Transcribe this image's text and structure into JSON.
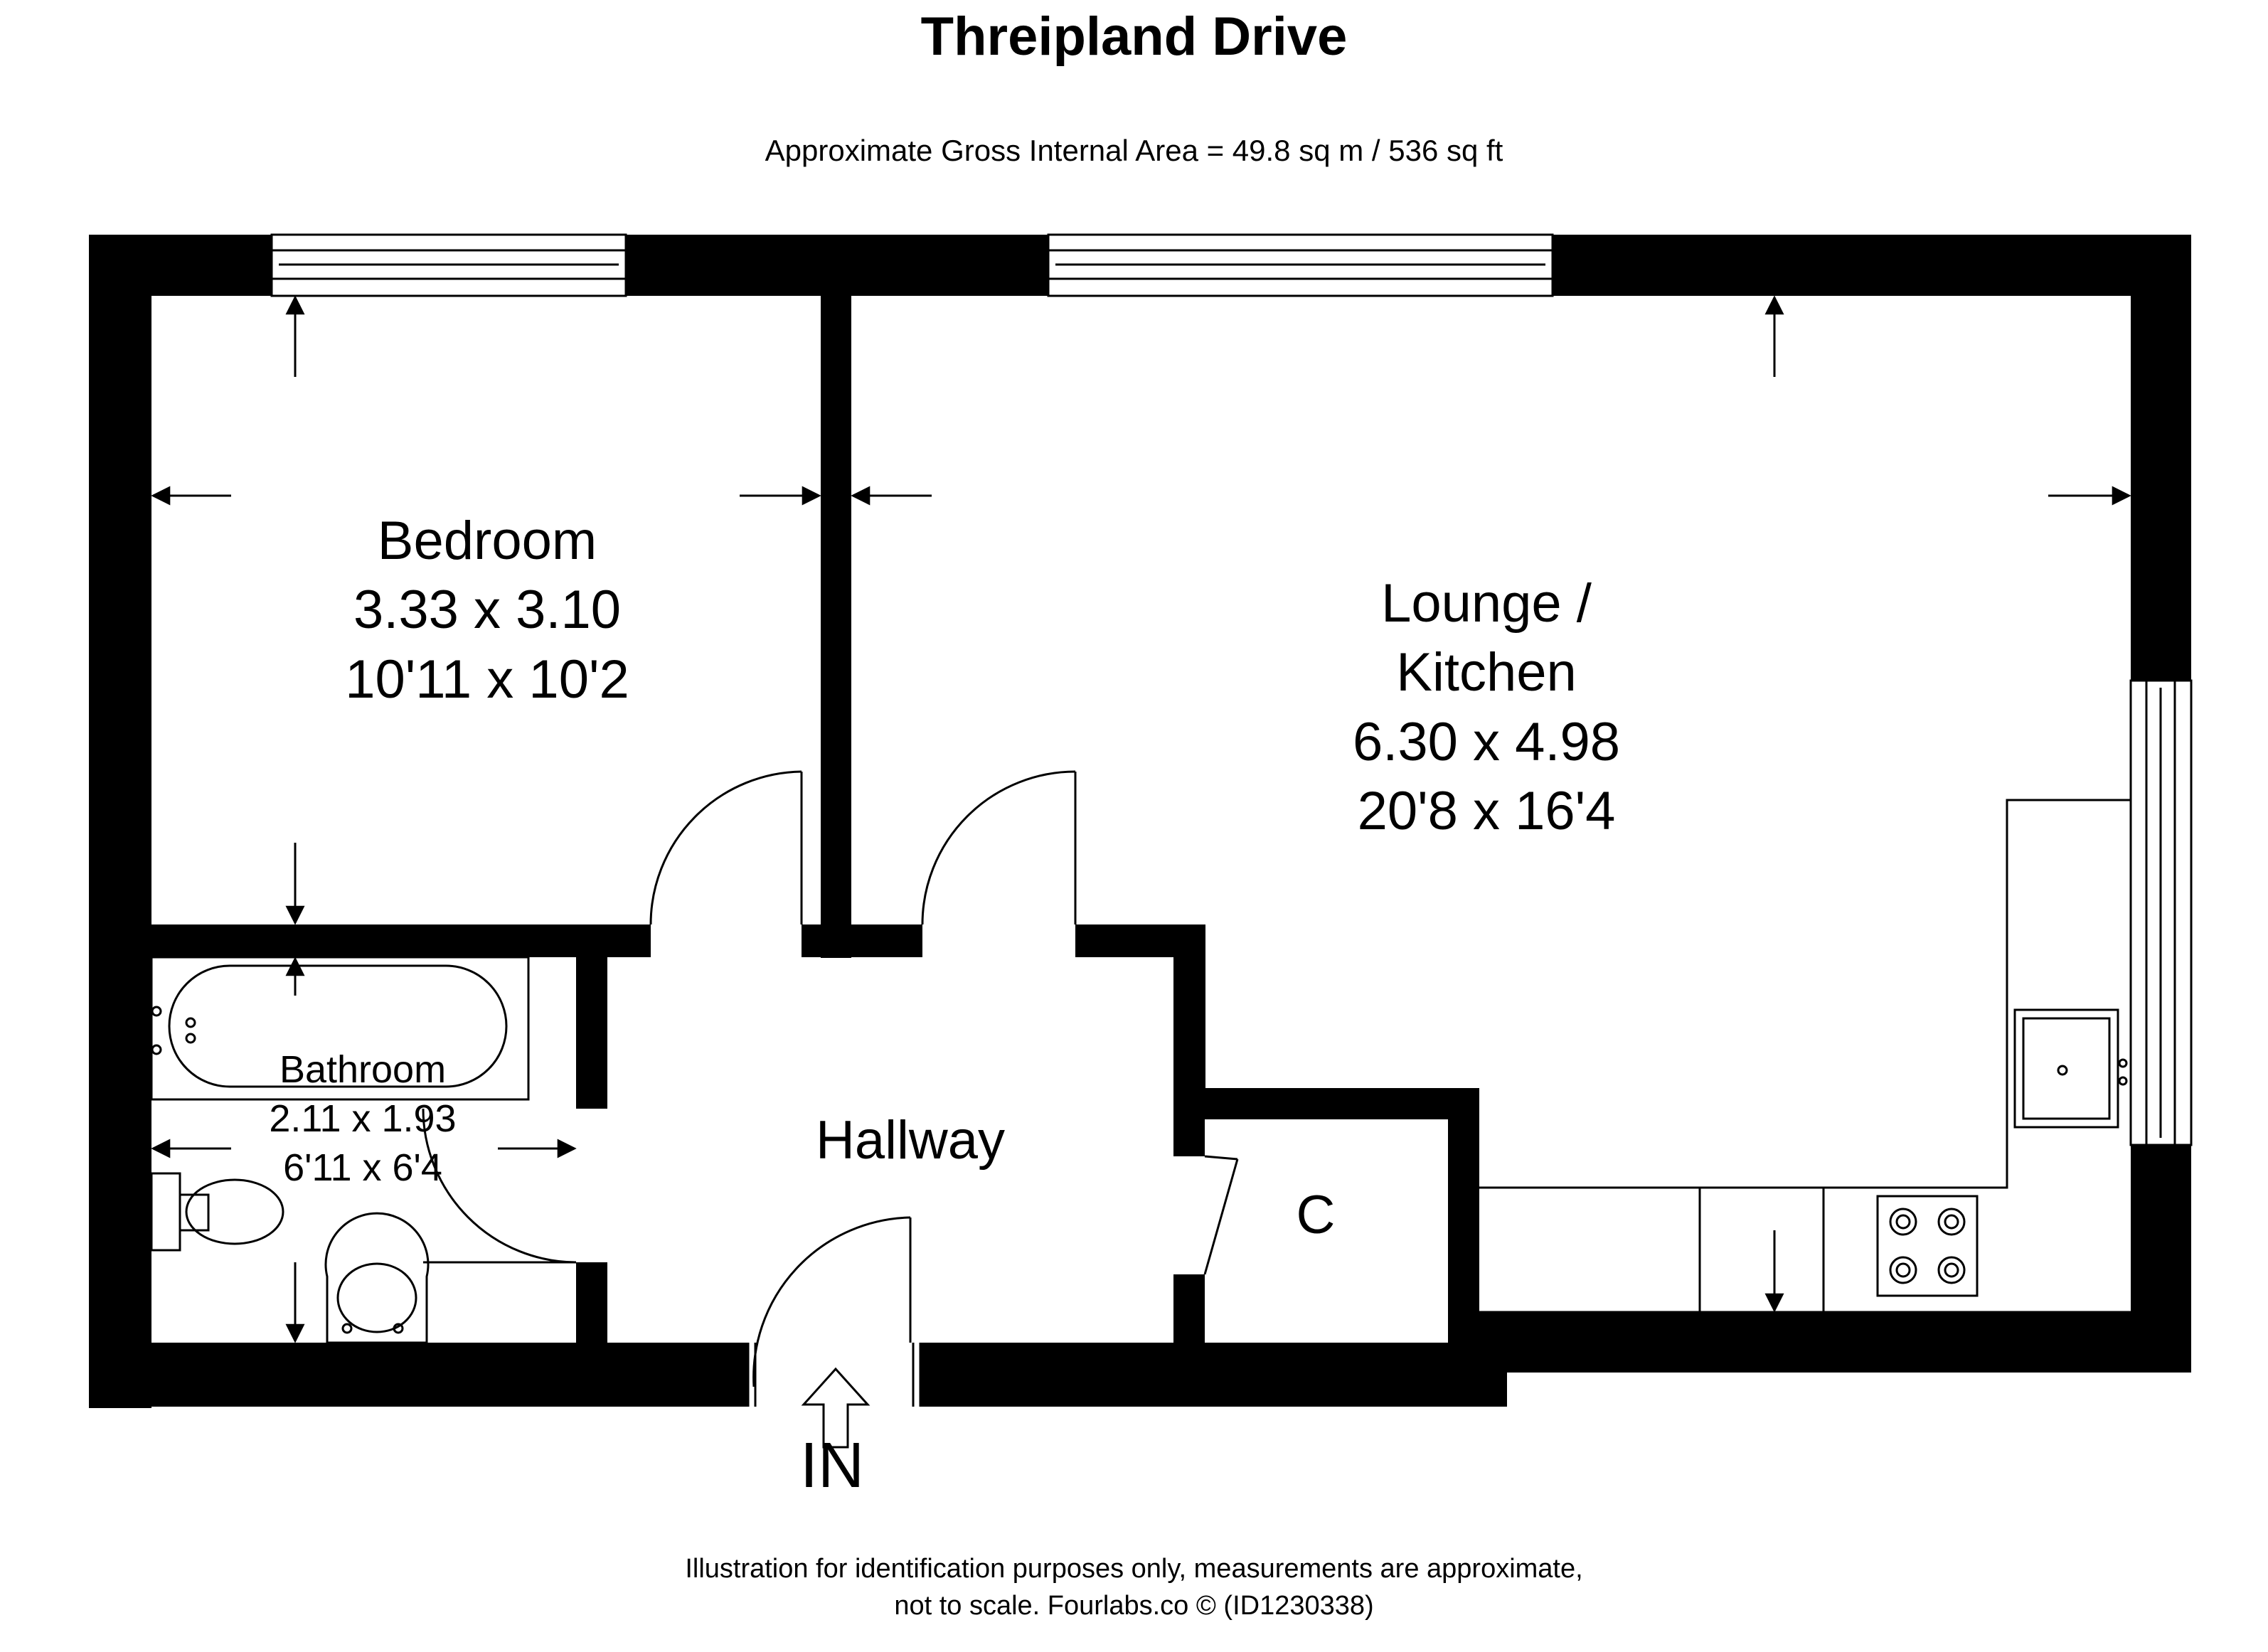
{
  "header": {
    "title": "Threipland Drive",
    "area": "Approximate Gross Internal Area = 49.8 sq m / 536 sq ft"
  },
  "rooms": {
    "bedroom": {
      "name": "Bedroom",
      "metric": "3.33 x 3.10",
      "imperial": "10'11 x 10'2"
    },
    "lounge": {
      "name_line1": "Lounge /",
      "name_line2": "Kitchen",
      "metric": "6.30 x 4.98",
      "imperial": "20'8 x 16'4"
    },
    "bathroom": {
      "name": "Bathroom",
      "metric": "2.11 x 1.93",
      "imperial": "6'11 x 6'4"
    },
    "hallway": {
      "name": "Hallway"
    },
    "cupboard": {
      "name": "C"
    }
  },
  "entrance": {
    "label": "IN"
  },
  "footer": {
    "line1": "Illustration for identification purposes only, measurements are approximate,",
    "line2": "not to scale. Fourlabs.co © (ID1230338)"
  }
}
